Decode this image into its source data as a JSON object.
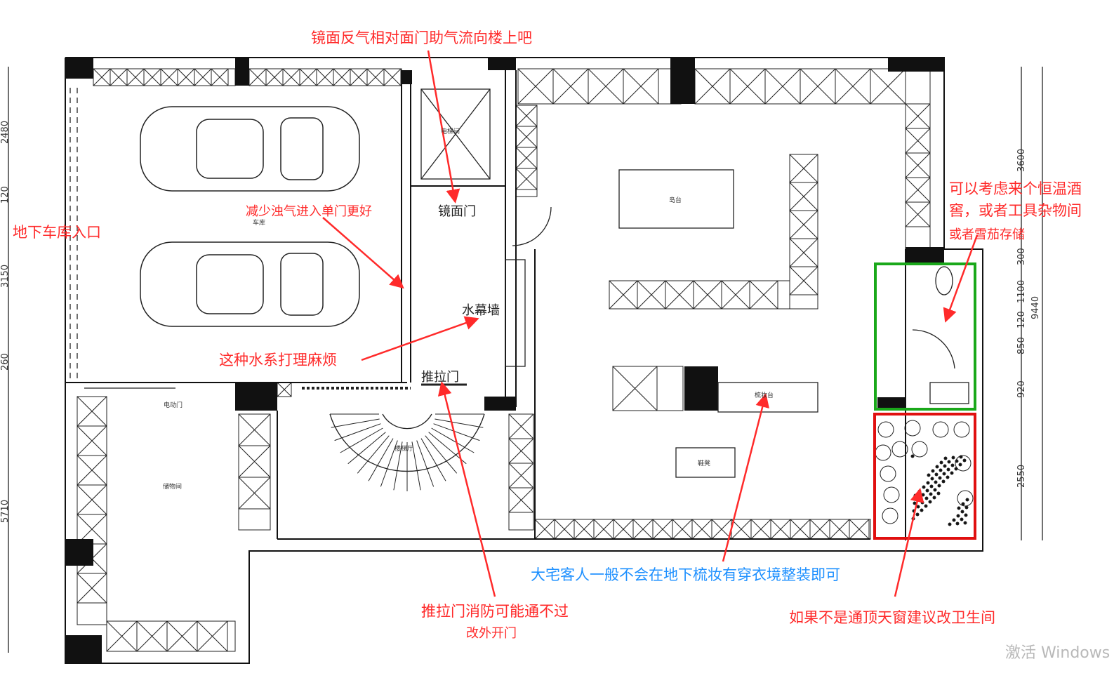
{
  "rooms": {
    "elevator": "电梯间",
    "garage": "车库",
    "island": "岛台",
    "electric_door": "电动门",
    "storage": "储物间",
    "stair_hall": "楼梯厅",
    "vanity": "梳妆台",
    "shoe_bench": "鞋凳"
  },
  "plan_labels": {
    "mirror_door": "镜面门",
    "water_wall": "水幕墙",
    "sliding_door": "推拉门"
  },
  "dimensions": {
    "left": [
      "2480",
      "120",
      "3150",
      "260",
      "5710"
    ],
    "right": [
      "3600",
      "300",
      "1100",
      "120",
      "850",
      "920",
      "2550"
    ],
    "right_total": "9440"
  },
  "annotations": {
    "mirror": "镜面反气相对面门助气流向楼上吧",
    "garage_entry": "地下车库入口",
    "reduce_gas": "减少浊气进入单门更好",
    "water_system": "这种水系打理麻烦",
    "wine_cellar_1": "可以考虑来个恒温酒",
    "wine_cellar_2": "窖，或者工具杂物间",
    "wine_cellar_3": "或者雪茄存储",
    "guests": "大宅客人一般不会在地下梳妆有穿衣境整装即可",
    "fire_1": "推拉门消防可能通不过",
    "fire_2": "改外开门",
    "skylight": "如果不是通顶天窗建议改卫生间"
  },
  "watermark": "激活 Windows",
  "colors": {
    "annotation_red": "#ff2a2a",
    "annotation_blue": "#1e90ff",
    "highlight_green": "#1aa81a",
    "highlight_red": "#e01010"
  }
}
